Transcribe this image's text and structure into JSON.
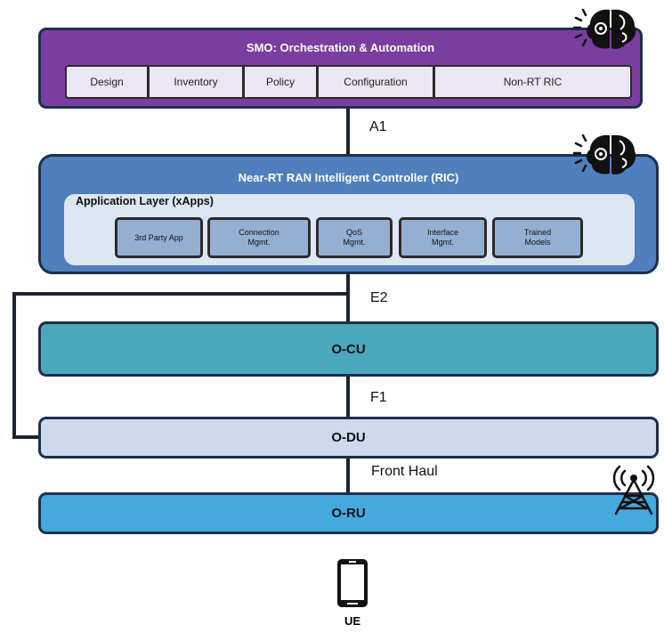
{
  "smo": {
    "title": "SMO: Orchestration & Automation",
    "items": [
      {
        "label": "Design"
      },
      {
        "label": "Inventory"
      },
      {
        "label": "Policy"
      },
      {
        "label": "Configuration"
      },
      {
        "label": "Non-RT RIC"
      }
    ],
    "icon": "ai-brain-gear-icon"
  },
  "interfaces": {
    "a1": "A1",
    "e2": "E2",
    "f1": "F1",
    "fronthaul": "Front Haul"
  },
  "ric": {
    "title": "Near-RT RAN Intelligent Controller (RIC)",
    "app_layer_title": "Application Layer (xApps)",
    "xapps": [
      {
        "label": "3rd Party App"
      },
      {
        "label": "Connection\nMgmt."
      },
      {
        "label": "QoS\nMgmt."
      },
      {
        "label": "Interface\nMgmt."
      },
      {
        "label": "Trained\nModels"
      }
    ],
    "icon": "ai-brain-gear-icon"
  },
  "ocu": {
    "label": "O-CU"
  },
  "odu": {
    "label": "O-DU"
  },
  "oru": {
    "label": "O-RU",
    "icon": "cell-tower-icon"
  },
  "ue": {
    "label": "UE",
    "icon": "smartphone-icon"
  },
  "colors": {
    "smo": "#7a3da0",
    "ric": "#4f7fbd",
    "ocu": "#4aa8bd",
    "odu": "#cddaee",
    "oru": "#44a9de"
  }
}
